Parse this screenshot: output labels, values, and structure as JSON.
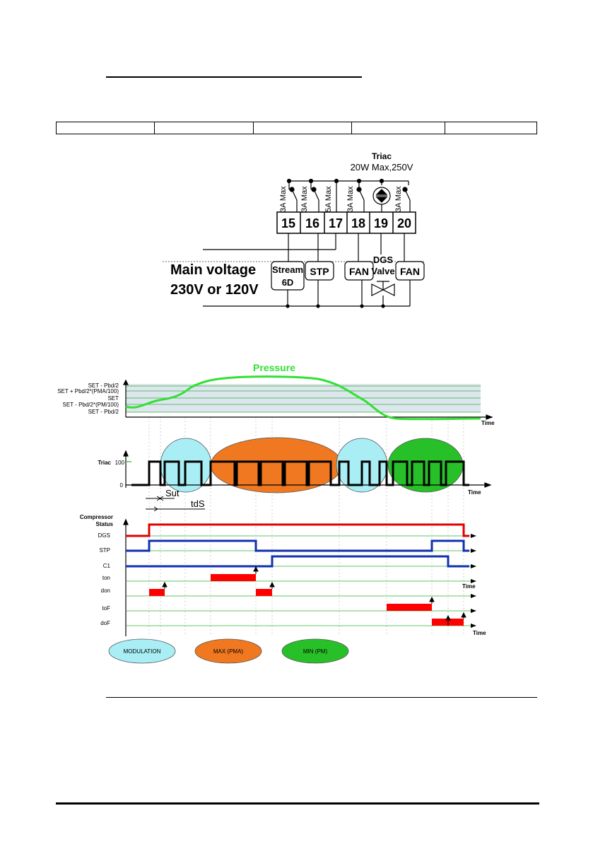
{
  "wiring": {
    "triac_title": "Triac",
    "triac_spec": "20W Max,250V",
    "terminals": [
      "15",
      "16",
      "17",
      "18",
      "19",
      "20"
    ],
    "ratings": [
      "3A Max",
      "3A Max",
      "5A Max",
      "3A Max",
      "3A Max"
    ],
    "main_voltage_line1": "Main voltage",
    "main_voltage_line2": "230V or 120V",
    "stream_line1": "Stream",
    "stream_line2": "6D",
    "stp_label": "STP",
    "fan_label": "FAN",
    "dgs_label": "DGS",
    "valve_label": "Valve"
  },
  "timing": {
    "pressure_label": "Pressure",
    "levels": [
      "SET - Pbd/2",
      "SET + Pbd/2*(PMA/100)",
      "SET",
      "SET - Pbd/2*(PM/100)",
      "SET - Pbd/2"
    ],
    "time_label": "Time",
    "triac_label": "Triac",
    "triac_100": "100",
    "triac_0": "0",
    "sut_label": "Sut",
    "tds_label": "tdS",
    "compressor_line1": "Compressor",
    "compressor_line2": "Status",
    "signals": [
      "DGS",
      "STP",
      "C1",
      "ton",
      "don",
      "toF",
      "doF"
    ],
    "colors": {
      "pressure": "#33e033",
      "dgs": "#e00000",
      "stp": "#1030b0",
      "pulse": "#ff0000",
      "band": "#dde6ee",
      "grid": "#30b030",
      "modulation": "#a8eef4",
      "max": "#f07820",
      "min": "#28c028"
    },
    "legend": [
      "MODULATION",
      "MAX (PMA)",
      "MIN (PM)"
    ]
  }
}
